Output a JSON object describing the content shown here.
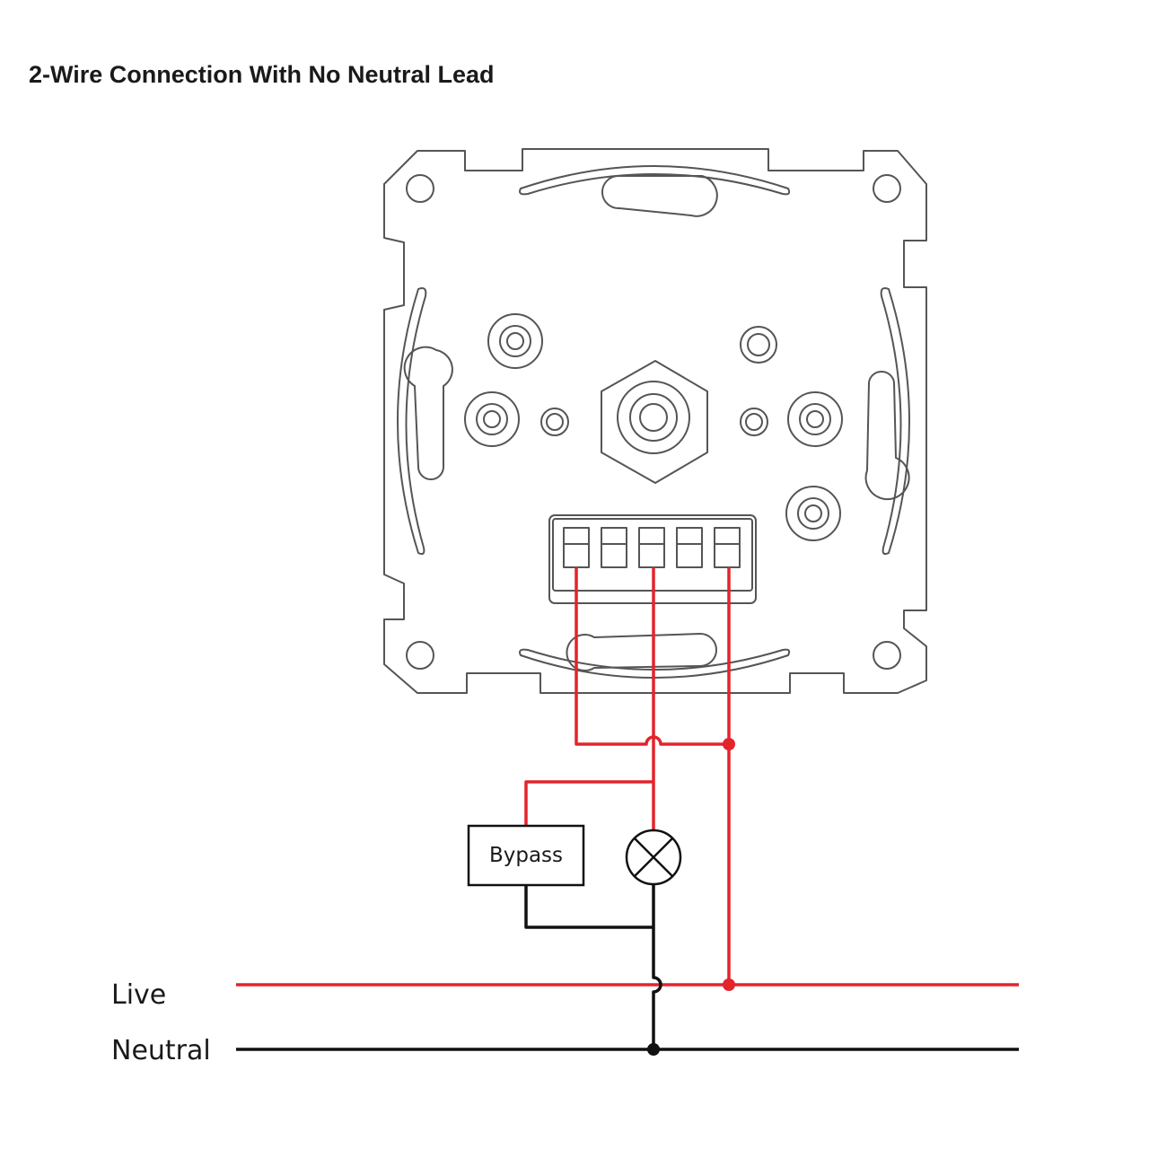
{
  "title": "2-Wire Connection With No Neutral Lead",
  "labels": {
    "live": "Live",
    "neutral": "Neutral",
    "bypass": "Bypass"
  },
  "colors": {
    "live_wire": "#e3242b",
    "neutral_wire": "#111111",
    "device_outline": "#555555"
  }
}
